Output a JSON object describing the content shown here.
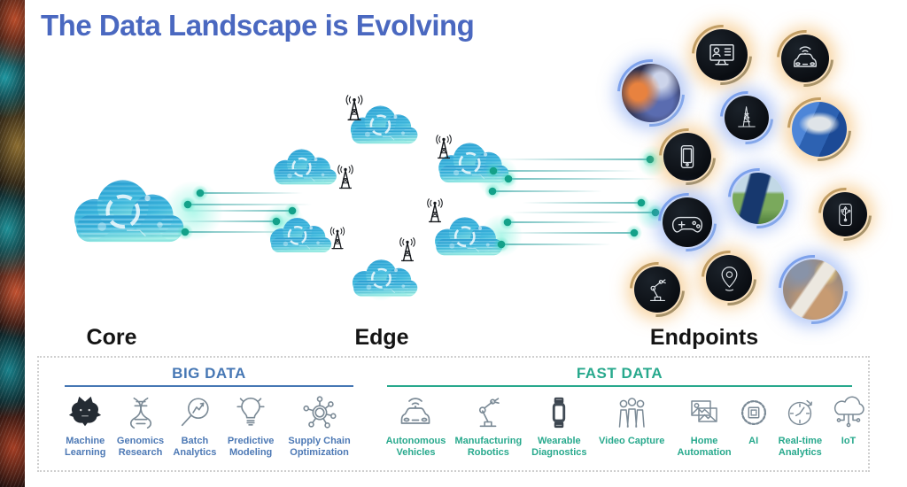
{
  "title": "The Data Landscape is Evolving",
  "diagram": {
    "core_label": "Core",
    "edge_label": "Edge",
    "endpoints_label": "Endpoints",
    "core_cloud_count": 1,
    "edge_cloud_count": 6,
    "cell_tower_count": 6,
    "endpoint_icons": [
      {
        "icon": "vr-headset-photo",
        "glow": "blue"
      },
      {
        "icon": "monitor-user",
        "glow": "orange"
      },
      {
        "icon": "connected-car",
        "glow": "orange"
      },
      {
        "icon": "oil-derrick",
        "glow": "blue"
      },
      {
        "icon": "security-camera-photo",
        "glow": "orange"
      },
      {
        "icon": "smartphone",
        "glow": "orange"
      },
      {
        "icon": "solar-panel-photo",
        "glow": "blue"
      },
      {
        "icon": "usb-device",
        "glow": "orange"
      },
      {
        "icon": "game-controller",
        "glow": "blue"
      },
      {
        "icon": "robot-arm",
        "glow": "orange"
      },
      {
        "icon": "location-pin",
        "glow": "orange"
      },
      {
        "icon": "mobile-phone-hands-photo",
        "glow": "blue"
      }
    ]
  },
  "legend": {
    "big_data": {
      "heading": "BIG DATA",
      "items": [
        {
          "label": "Machine Learning",
          "icon": "brain-icon"
        },
        {
          "label": "Genomics Research",
          "icon": "dna-icon"
        },
        {
          "label": "Batch Analytics",
          "icon": "magnifier-chart-icon"
        },
        {
          "label": "Predictive Modeling",
          "icon": "lightbulb-icon"
        },
        {
          "label": "Supply Chain Optimization",
          "icon": "network-hub-icon"
        }
      ]
    },
    "fast_data": {
      "heading": "FAST DATA",
      "items": [
        {
          "label": "Autonomous Vehicles",
          "icon": "car-wifi-icon"
        },
        {
          "label": "Manufacturing Robotics",
          "icon": "robot-arm-icon"
        },
        {
          "label": "Wearable Diagnostics",
          "icon": "smartwatch-icon"
        },
        {
          "label": "Video Capture",
          "icon": "people-icon"
        },
        {
          "label": "Home Automation",
          "icon": "photos-icon"
        },
        {
          "label": "AI",
          "icon": "ai-chip-icon"
        },
        {
          "label": "Real-time Analytics",
          "icon": "gauge-clock-icon"
        },
        {
          "label": "IoT",
          "icon": "cloud-network-icon"
        }
      ]
    }
  },
  "colors": {
    "title": "#4a68c0",
    "big_data_accent": "#4677b4",
    "fast_data_accent": "#28a98d",
    "cloud_blue": "#2fb0da",
    "stream_teal": "#16a489",
    "glow_orange": "#f2b25a",
    "glow_blue": "#6e96f0",
    "section_label": "#141414"
  }
}
